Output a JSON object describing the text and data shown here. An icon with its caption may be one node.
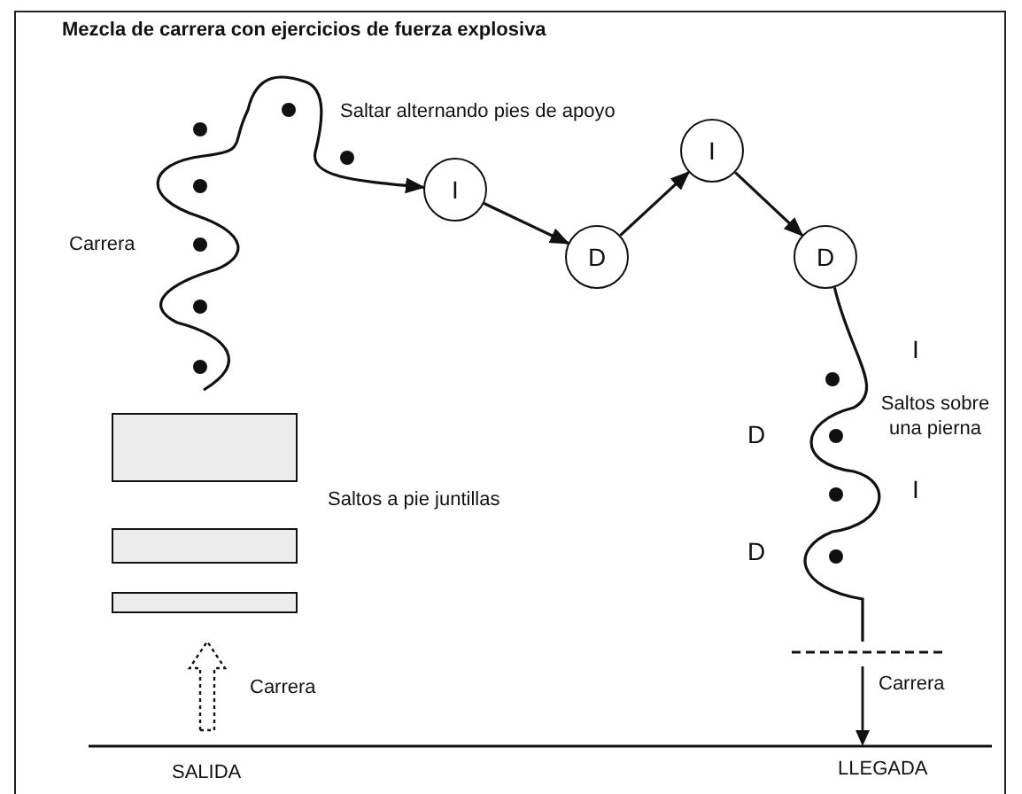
{
  "diagram": {
    "title": "Mezcla de carrera con ejercicios de fuerza explosiva",
    "nodes": [
      {
        "text": [
          "I"
        ]
      },
      {
        "text": [
          "D"
        ]
      },
      {
        "text": [
          "I"
        ]
      },
      {
        "text": [
          "D"
        ]
      },
      {
        "text": [],
        "shape": "box"
      },
      {
        "text": [],
        "shape": "box"
      },
      {
        "text": [],
        "shape": "box"
      }
    ],
    "edges": [
      {
        "from": null,
        "to": 0,
        "arrow": "to"
      },
      {
        "from": 0,
        "to": 1,
        "arrow": "to"
      },
      {
        "from": 1,
        "to": 2,
        "arrow": "to"
      },
      {
        "from": 2,
        "to": 3,
        "arrow": "to"
      },
      {
        "from": 3,
        "to": null,
        "arrow": "none"
      }
    ],
    "labels": [
      "Saltar alternando pies de apoyo",
      "Carrera",
      "I",
      "Saltos sobre una pierna",
      "D",
      "Saltos a pie juntillas",
      "I",
      "D",
      "Carrera",
      "Carrera",
      "SALIDA",
      "LLEGADA"
    ]
  }
}
